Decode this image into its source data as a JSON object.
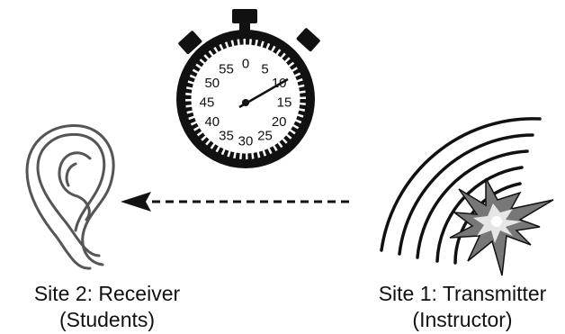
{
  "stopwatch": {
    "dial_numbers": [
      "0",
      "5",
      "10",
      "15",
      "20",
      "25",
      "30",
      "35",
      "40",
      "45",
      "50",
      "55"
    ]
  },
  "receiver": {
    "line1": "Site 2: Receiver",
    "line2": "(Students)"
  },
  "transmitter": {
    "line1": "Site 1: Transmitter",
    "line2": "(Instructor)"
  },
  "icons": [
    "stopwatch-icon",
    "ear-icon",
    "dashed-arrow",
    "sound-waves-icon",
    "burst-icon"
  ],
  "colors": {
    "ink": "#111111",
    "burst_gray": "#777777",
    "background": "#ffffff"
  }
}
